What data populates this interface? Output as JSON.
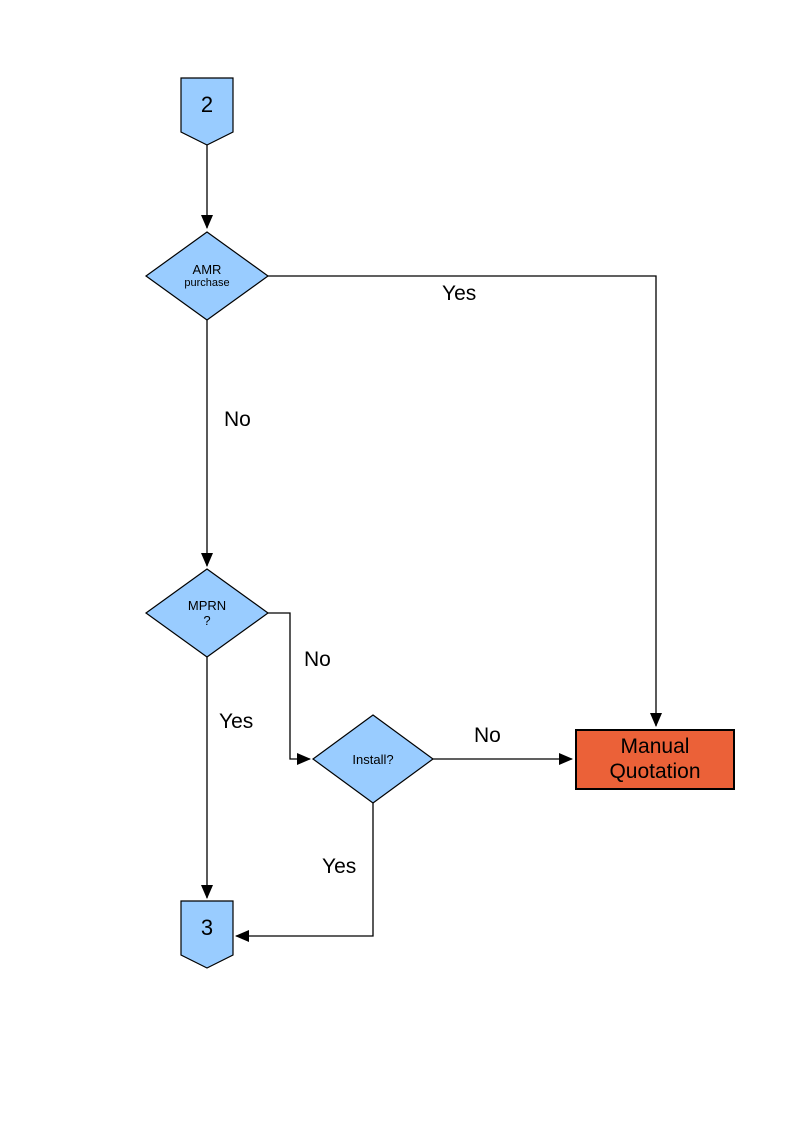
{
  "page": {
    "background": "#FFFFFF"
  },
  "colors": {
    "node_fill": "#99CCFF",
    "node_border": "#000000",
    "connector_line": "#000000",
    "alert_fill": "#EB6138",
    "text": "#000000"
  },
  "nodes": {
    "connector_in": {
      "label": "2"
    },
    "amr": {
      "line1": "AMR",
      "line2": "purchase"
    },
    "mprn": {
      "line1": "MPRN",
      "line2": "?"
    },
    "install": {
      "label": "Install?"
    },
    "manual_quotation": {
      "line1": "Manual",
      "line2": "Quotation"
    },
    "connector_out": {
      "label": "3"
    }
  },
  "edges": {
    "amr_yes": "Yes",
    "amr_no": "No",
    "mprn_no": "No",
    "mprn_yes": "Yes",
    "install_no": "No",
    "install_yes": "Yes"
  }
}
